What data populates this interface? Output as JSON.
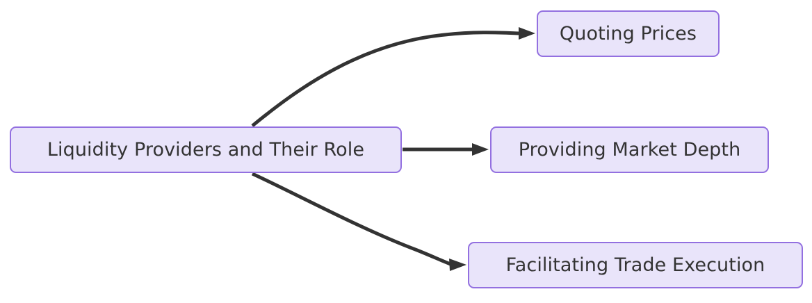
{
  "diagram": {
    "type": "flowchart",
    "direction": "left-to-right",
    "background_color": "#ffffff",
    "node_fill_color": "#e9e4fa",
    "node_border_color": "#9370e0",
    "node_text_color": "#333333",
    "edge_color": "#333333",
    "nodes": [
      {
        "id": "root",
        "label": "Liquidity Providers and Their Role",
        "role": "source"
      },
      {
        "id": "quoting",
        "label": "Quoting Prices",
        "role": "target"
      },
      {
        "id": "depth",
        "label": "Providing Market Depth",
        "role": "target"
      },
      {
        "id": "execution",
        "label": "Facilitating Trade Execution",
        "role": "target"
      }
    ],
    "edges": [
      {
        "id": "edge-root-quoting",
        "from": "root",
        "to": "quoting",
        "style": "curved",
        "arrow": "arrow-head-icon"
      },
      {
        "id": "edge-root-depth",
        "from": "root",
        "to": "depth",
        "style": "straight",
        "arrow": "arrow-head-icon"
      },
      {
        "id": "edge-root-execution",
        "from": "root",
        "to": "execution",
        "style": "curved",
        "arrow": "arrow-head-icon"
      }
    ]
  }
}
